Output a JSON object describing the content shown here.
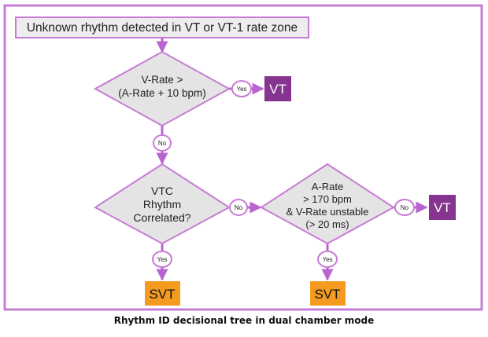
{
  "diagram": {
    "start_box": "Unknown rhythm detected in VT or VT-1 rate zone",
    "decision_1": [
      "V-Rate >",
      "(A-Rate + 10 bpm)"
    ],
    "decision_2": [
      "VTC",
      "Rhythm",
      "Correlated?"
    ],
    "decision_3": [
      "A-Rate",
      "> 170 bpm",
      "& V-Rate unstable",
      "(> 20 ms)"
    ],
    "yes_label": "Yes",
    "no_label": "No",
    "vt_label": "VT",
    "svt_label": "SVT"
  },
  "caption": "Rhythm ID decisional tree in dual chamber mode",
  "colors": {
    "frame": "#c87bd6",
    "arrow": "#b865cf",
    "diamond_fill": "#e4e4e4",
    "vt_fill": "#85348f",
    "svt_fill": "#f39a1f"
  }
}
